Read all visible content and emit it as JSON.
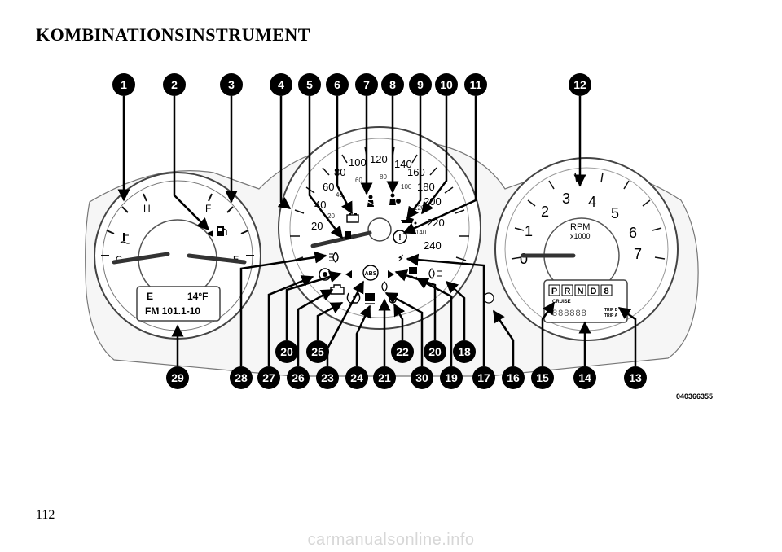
{
  "page": {
    "heading": "KOMBINATIONSINSTRUMENT",
    "page_number": "112",
    "image_id": "040366355",
    "watermark": "carmanualsonline.info"
  },
  "temp_gauge": {
    "hot": "H",
    "cold": "C"
  },
  "fuel_gauge": {
    "full": "F",
    "empty": "E"
  },
  "speedometer": {
    "outer_ticks": [
      "20",
      "40",
      "60",
      "80",
      "100",
      "120",
      "140",
      "160",
      "180",
      "200",
      "220",
      "240"
    ],
    "inner_ticks": [
      "20",
      "40",
      "60",
      "80",
      "100",
      "120",
      "140"
    ]
  },
  "tachometer": {
    "ticks": [
      "0",
      "1",
      "2",
      "3",
      "4",
      "5",
      "6",
      "7"
    ],
    "unit": "RPM",
    "multiplier": "x1000"
  },
  "left_display": {
    "line1_left": "E",
    "line1_right": "14°F",
    "line2": "FM  101.1-10"
  },
  "gear_display": {
    "gears": [
      "P",
      "R",
      "N",
      "D",
      "8"
    ],
    "cruise": "CRUISE",
    "odometer": "888888",
    "trip_b": "TRIP B",
    "trip_a": "TRIP A"
  },
  "callouts": {
    "c1": "1",
    "c2": "2",
    "c3": "3",
    "c4": "4",
    "c5": "5",
    "c6": "6",
    "c7": "7",
    "c8": "8",
    "c9": "9",
    "c10": "10",
    "c11": "11",
    "c12": "12",
    "c13": "13",
    "c14": "14",
    "c15": "15",
    "c16": "16",
    "c17": "17",
    "c18": "18",
    "c19": "19",
    "c20a": "20",
    "c20b": "20",
    "c21": "21",
    "c22": "22",
    "c23": "23",
    "c24": "24",
    "c25": "25",
    "c26": "26",
    "c27": "27",
    "c28": "28",
    "c29": "29",
    "c30": "30"
  },
  "icons": [
    "coolant-temp-icon",
    "fuel-pump-icon",
    "battery-icon",
    "seatbelt-icon",
    "airbag-icon",
    "oil-pressure-icon",
    "brake-warning-icon",
    "high-beam-icon",
    "abs-icon",
    "check-engine-icon",
    "tpms-icon",
    "traction-control-icon",
    "fog-light-icon",
    "turn-signal-left-icon",
    "turn-signal-right-icon",
    "esp-icon",
    "electronic-throttle-icon"
  ]
}
